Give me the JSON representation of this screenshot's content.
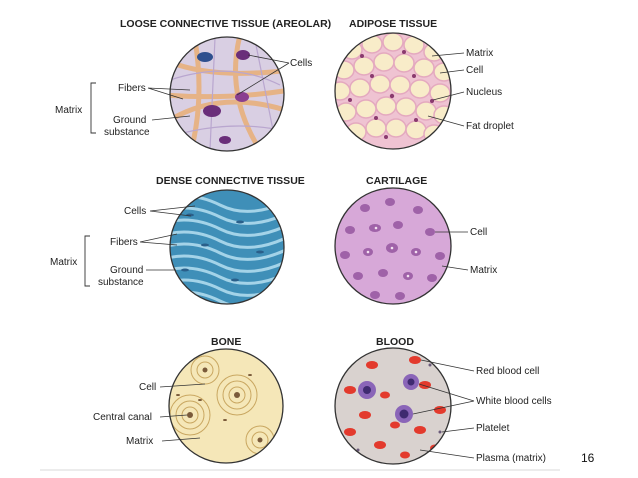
{
  "panels": {
    "loose": {
      "title": "LOOSE CONNECTIVE TISSUE (AREOLAR)",
      "labels": {
        "cells": "Cells",
        "fibers": "Fibers",
        "ground": "Ground",
        "ground2": "substance",
        "matrix": "Matrix"
      }
    },
    "adipose": {
      "title": "ADIPOSE TISSUE",
      "labels": {
        "matrix": "Matrix",
        "cell": "Cell",
        "nucleus": "Nucleus",
        "fat": "Fat droplet"
      }
    },
    "dense": {
      "title": "DENSE CONNECTIVE TISSUE",
      "labels": {
        "cells": "Cells",
        "fibers": "Fibers",
        "ground": "Ground",
        "ground2": "substance",
        "matrix": "Matrix"
      }
    },
    "cartilage": {
      "title": "CARTILAGE",
      "labels": {
        "cell": "Cell",
        "matrix": "Matrix"
      }
    },
    "bone": {
      "title": "BONE",
      "labels": {
        "cell": "Cell",
        "canal": "Central canal",
        "matrix": "Matrix"
      }
    },
    "blood": {
      "title": "BLOOD",
      "labels": {
        "rbc": "Red blood cell",
        "wbc": "White blood cells",
        "platelet": "Platelet",
        "plasma": "Plasma (matrix)"
      }
    }
  },
  "page_number": "16",
  "colors": {
    "loose_bg": "#d9cfe3",
    "loose_fiber": "#e8b98f",
    "adipose_bg": "#efc3d2",
    "adipose_cell": "#f8eccb",
    "dense_bg": "#3f8fb8",
    "dense_fiber": "#9ed0e6",
    "cartilage_bg": "#d7a8d8",
    "cartilage_cell": "#9f62a8",
    "bone_bg": "#f5e7b8",
    "bone_line": "#c9a761",
    "blood_bg": "#d9d2cf",
    "rbc": "#e33a2d",
    "wbc": "#8a65b8"
  }
}
